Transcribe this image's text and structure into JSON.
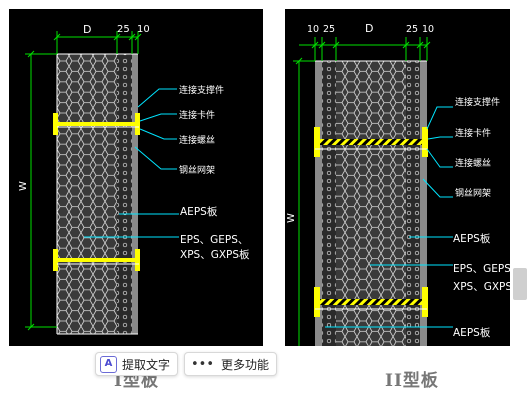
{
  "panels": [
    {
      "id": "type-1",
      "dims": {
        "d": "D",
        "t1": "25",
        "t2": "10",
        "w": "W"
      },
      "callouts": [
        "连接支撑件",
        "连接卡件",
        "连接螺丝",
        "钢丝网架"
      ],
      "labels": {
        "aeps": "AEPS板",
        "eps_line1": "EPS、GEPS、",
        "eps_line2": "XPS、GXPS板"
      }
    },
    {
      "id": "type-2",
      "dims": {
        "t0": "10",
        "t1": "25",
        "d": "D",
        "t2": "25",
        "t3": "10",
        "w": "W"
      },
      "callouts": [
        "连接支撑件",
        "连接卡件",
        "连接螺丝",
        "钢丝网架"
      ],
      "labels": {
        "aeps_top": "AEPS板",
        "eps_line1": "EPS、GEPS、",
        "eps_line2": "XPS、GXPS板",
        "aeps_bottom": "AEPS板"
      }
    }
  ],
  "captions": {
    "type1": "I型板",
    "type2": "II型板"
  },
  "toolbar": {
    "extract_text": "提取文字",
    "more": "更多功能"
  },
  "colors": {
    "dim": "#00e000",
    "leader": "#00e5ff",
    "text": "#ffffff",
    "panel_fill": "#8a8a8a",
    "connector": "#ffff00",
    "bg": "#000000"
  }
}
